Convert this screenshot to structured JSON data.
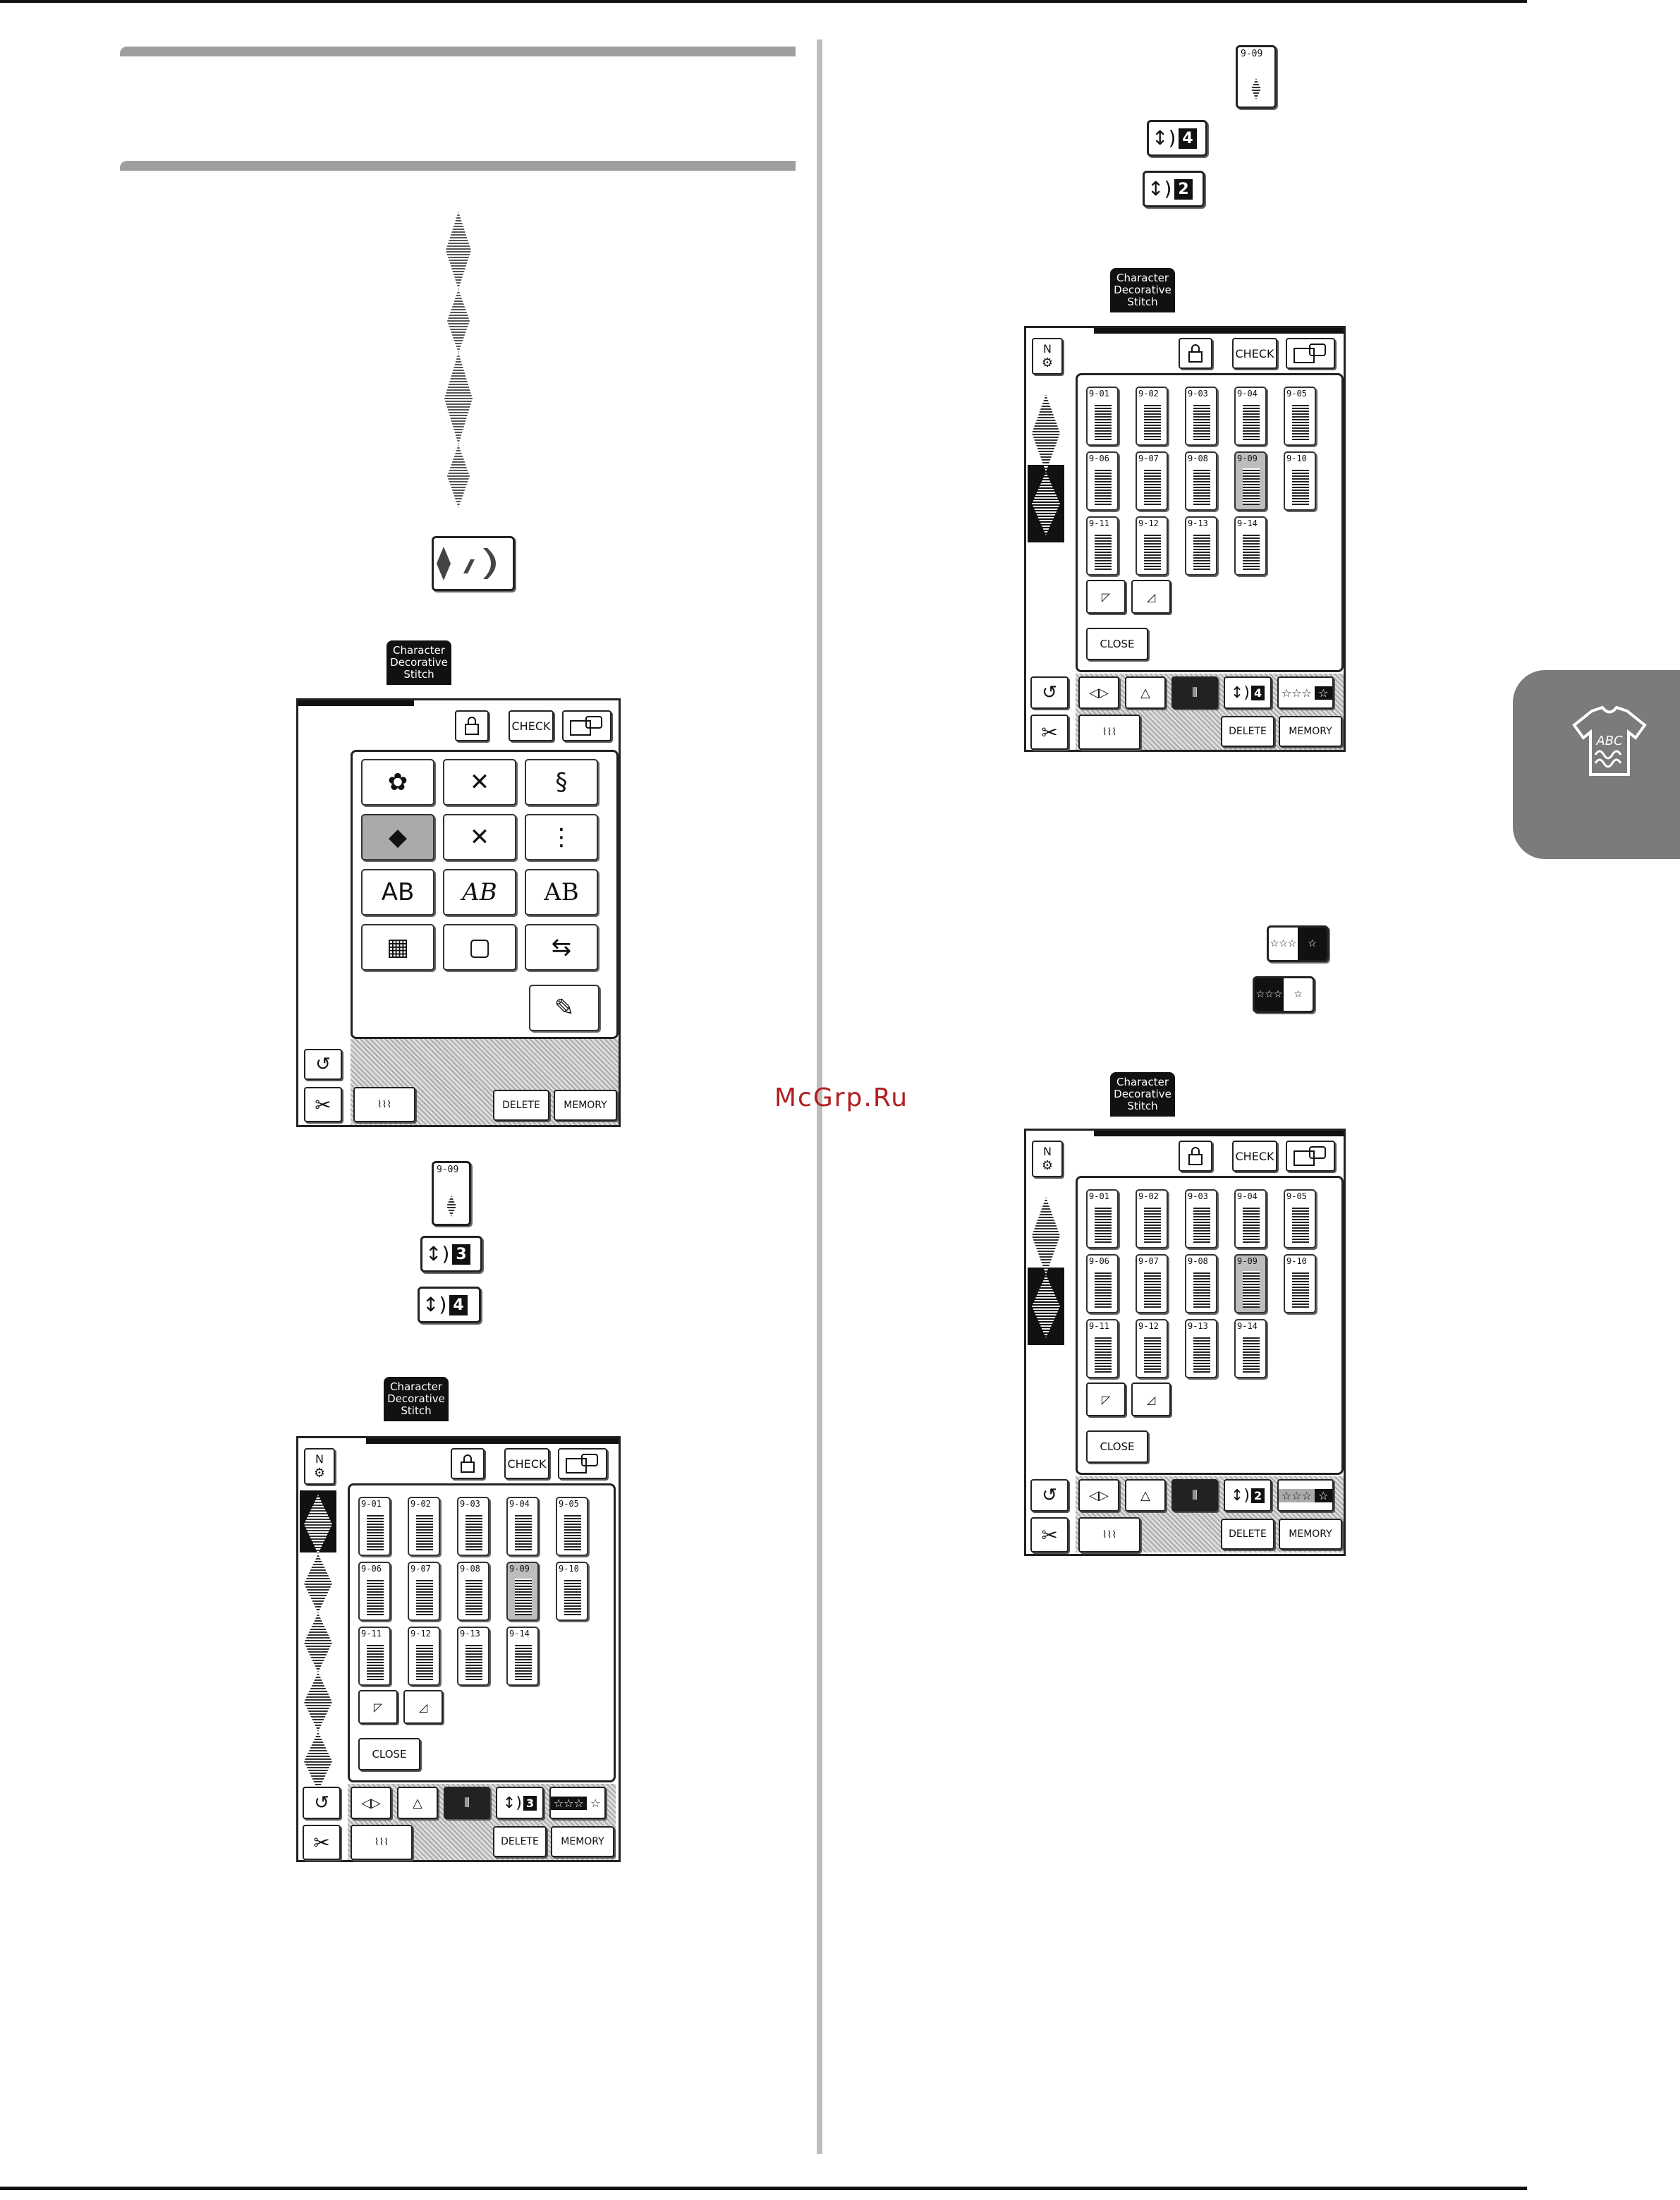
{
  "site": {
    "watermark": "McGrp.Ru"
  },
  "screen_tab": "Character\nDecorative\nStitch",
  "buttons": {
    "check": "CHECK",
    "delete": "DELETE",
    "memory": "MEMORY",
    "close": "CLOSE"
  },
  "category_keys": [
    "AB",
    "AB",
    "AB"
  ],
  "stitch_codes": [
    "9-01",
    "9-02",
    "9-03",
    "9-04",
    "9-05",
    "9-06",
    "9-07",
    "9-08",
    "9-09",
    "9-10",
    "9-11",
    "9-12",
    "9-13",
    "9-14"
  ],
  "selected_code": "9-09",
  "length_keys": {
    "left_a": "3",
    "left_b": "4",
    "right_a": "4",
    "right_b": "2"
  },
  "screen_lengths": {
    "screen_b": "3",
    "screen_c": "4",
    "screen_d": "2"
  },
  "side_tab": {
    "label": "ABC"
  }
}
